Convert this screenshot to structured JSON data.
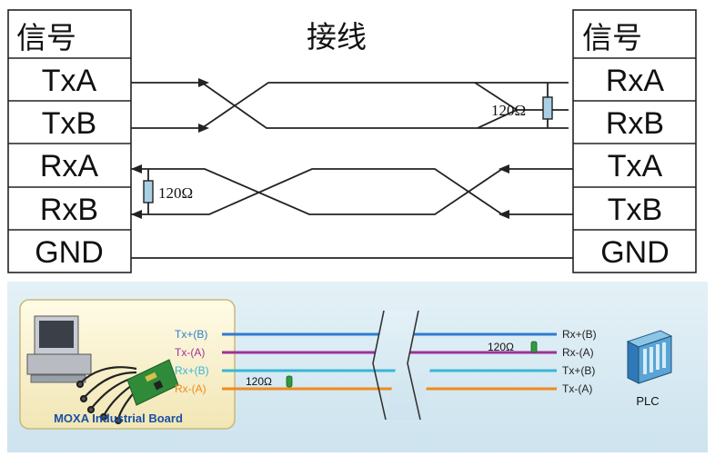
{
  "top": {
    "left_header": "信号",
    "center_header": "接线",
    "right_header": "信号",
    "left_signals": [
      "TxA",
      "TxB",
      "RxA",
      "RxB",
      "GND"
    ],
    "right_signals": [
      "RxA",
      "RxB",
      "TxA",
      "TxB",
      "GND"
    ],
    "resistor_right": "120Ω",
    "resistor_left": "120Ω"
  },
  "bottom": {
    "board_label": "MOXA Industrial Board",
    "plc_label": "PLC",
    "left_labels": [
      "Tx+(B)",
      "Tx-(A)",
      "Rx+(B)",
      "Rx-(A)"
    ],
    "right_labels": [
      "Rx+(B)",
      "Rx-(A)",
      "Tx+(B)",
      "Tx-(A)"
    ],
    "resistor_upper": "120Ω",
    "resistor_lower": "120Ω",
    "line_colors": [
      "#2f7bd0",
      "#a0309a",
      "#39b6d6",
      "#f08a1e"
    ]
  }
}
